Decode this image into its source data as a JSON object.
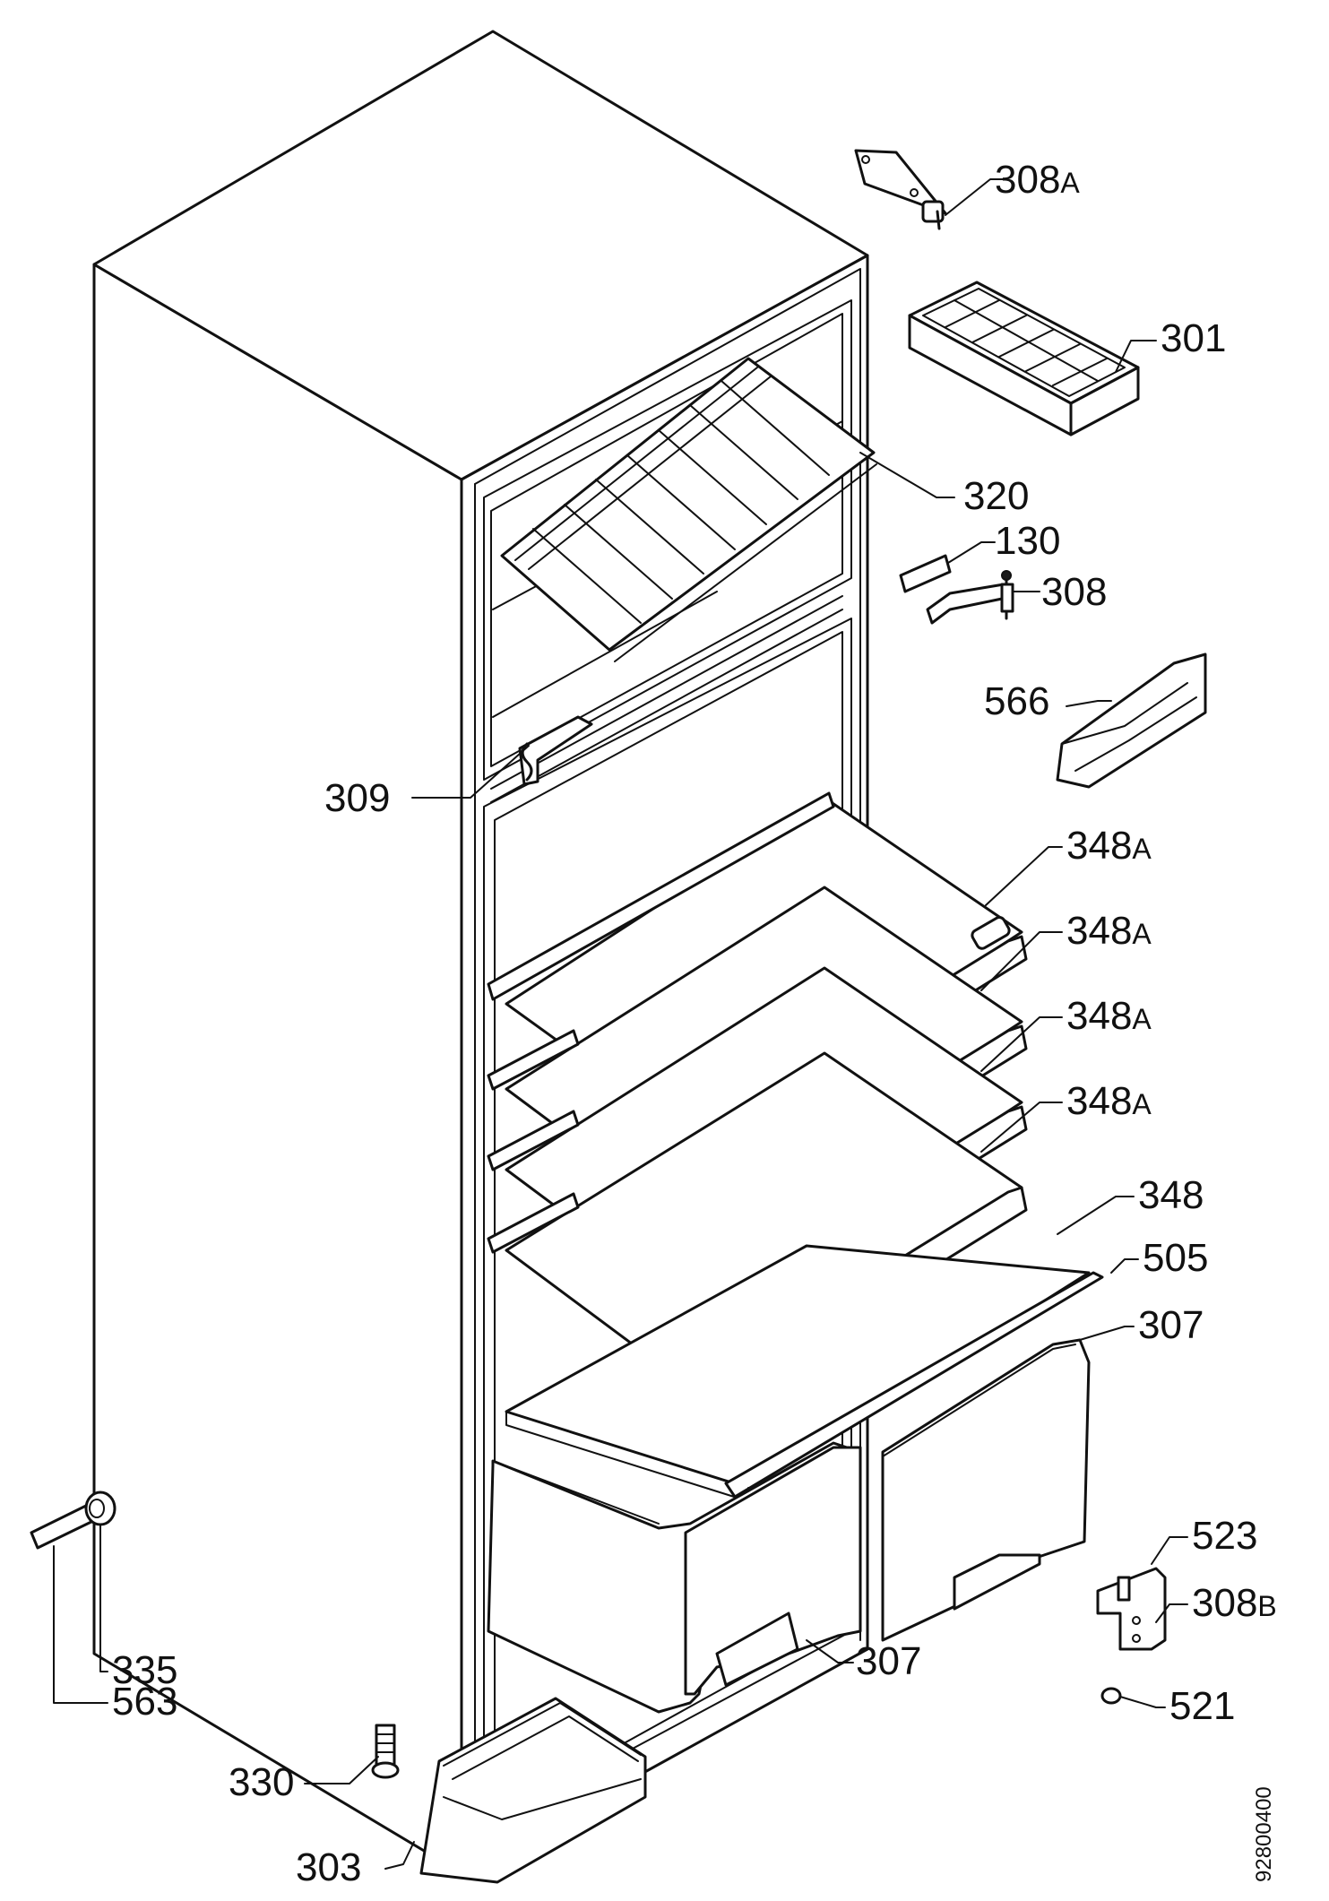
{
  "diagram": {
    "document_number": "92800400",
    "labels": [
      {
        "id": "308A",
        "num": "308",
        "suffix": "A"
      },
      {
        "id": "301",
        "num": "301",
        "suffix": ""
      },
      {
        "id": "320",
        "num": "320",
        "suffix": ""
      },
      {
        "id": "130",
        "num": "130",
        "suffix": ""
      },
      {
        "id": "308",
        "num": "308",
        "suffix": ""
      },
      {
        "id": "566",
        "num": "566",
        "suffix": ""
      },
      {
        "id": "309",
        "num": "309",
        "suffix": ""
      },
      {
        "id": "348A-1",
        "num": "348",
        "suffix": "A"
      },
      {
        "id": "348A-2",
        "num": "348",
        "suffix": "A"
      },
      {
        "id": "348A-3",
        "num": "348",
        "suffix": "A"
      },
      {
        "id": "348A-4",
        "num": "348",
        "suffix": "A"
      },
      {
        "id": "348",
        "num": "348",
        "suffix": ""
      },
      {
        "id": "505",
        "num": "505",
        "suffix": ""
      },
      {
        "id": "307-top",
        "num": "307",
        "suffix": ""
      },
      {
        "id": "523",
        "num": "523",
        "suffix": ""
      },
      {
        "id": "308B",
        "num": "308",
        "suffix": "B"
      },
      {
        "id": "307-bottom",
        "num": "307",
        "suffix": ""
      },
      {
        "id": "521",
        "num": "521",
        "suffix": ""
      },
      {
        "id": "335",
        "num": "335",
        "suffix": ""
      },
      {
        "id": "563",
        "num": "563",
        "suffix": ""
      },
      {
        "id": "330",
        "num": "330",
        "suffix": ""
      },
      {
        "id": "303",
        "num": "303",
        "suffix": ""
      }
    ]
  }
}
